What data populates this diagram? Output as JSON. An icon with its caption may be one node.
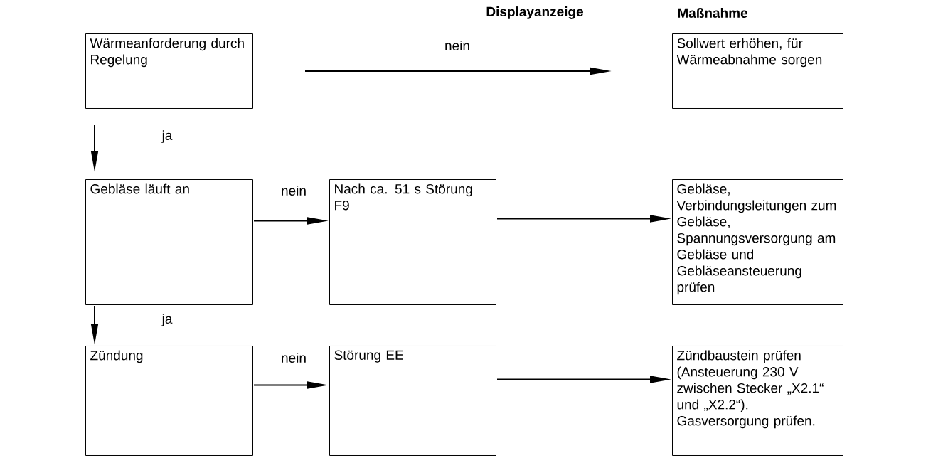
{
  "diagram": {
    "nodes": [
      {
        "text": [
          "Wärmeanforderung durch Regelung"
        ]
      },
      {
        "text": [
          "Sollwert erhöhen, für Wärmeabnahme sorgen"
        ]
      },
      {
        "text": [
          "Gebläse läuft an"
        ]
      },
      {
        "text": [
          "Nach ca. 51 s Störung F9"
        ]
      },
      {
        "text": [
          "Gebläse, Verbindungsleitungen zum Gebläse, Spannungsversorgung am Gebläse und Gebläseansteuerung prüfen"
        ]
      },
      {
        "text": [
          "Zündung"
        ]
      },
      {
        "text": [
          "Störung EE"
        ]
      },
      {
        "text": [
          "Zündbaustein prüfen (Ansteuerung 230 V zwischen Stecker „X2.1“ und „X2.2“). Gasversorgung prüfen."
        ]
      }
    ],
    "edges": [
      {
        "from": 0,
        "to": 1,
        "arrow": "to",
        "label": "nein"
      },
      {
        "from": 0,
        "to": 2,
        "arrow": "to",
        "label": "ja"
      },
      {
        "from": 2,
        "to": 3,
        "arrow": "to",
        "label": "nein"
      },
      {
        "from": 3,
        "to": 4,
        "arrow": "to"
      },
      {
        "from": 2,
        "to": 5,
        "arrow": "to",
        "label": "ja"
      },
      {
        "from": 5,
        "to": 6,
        "arrow": "to",
        "label": "nein"
      },
      {
        "from": 6,
        "to": 7,
        "arrow": "to"
      }
    ],
    "labels": [
      "Displayanzeige",
      "Maßnahme"
    ]
  }
}
